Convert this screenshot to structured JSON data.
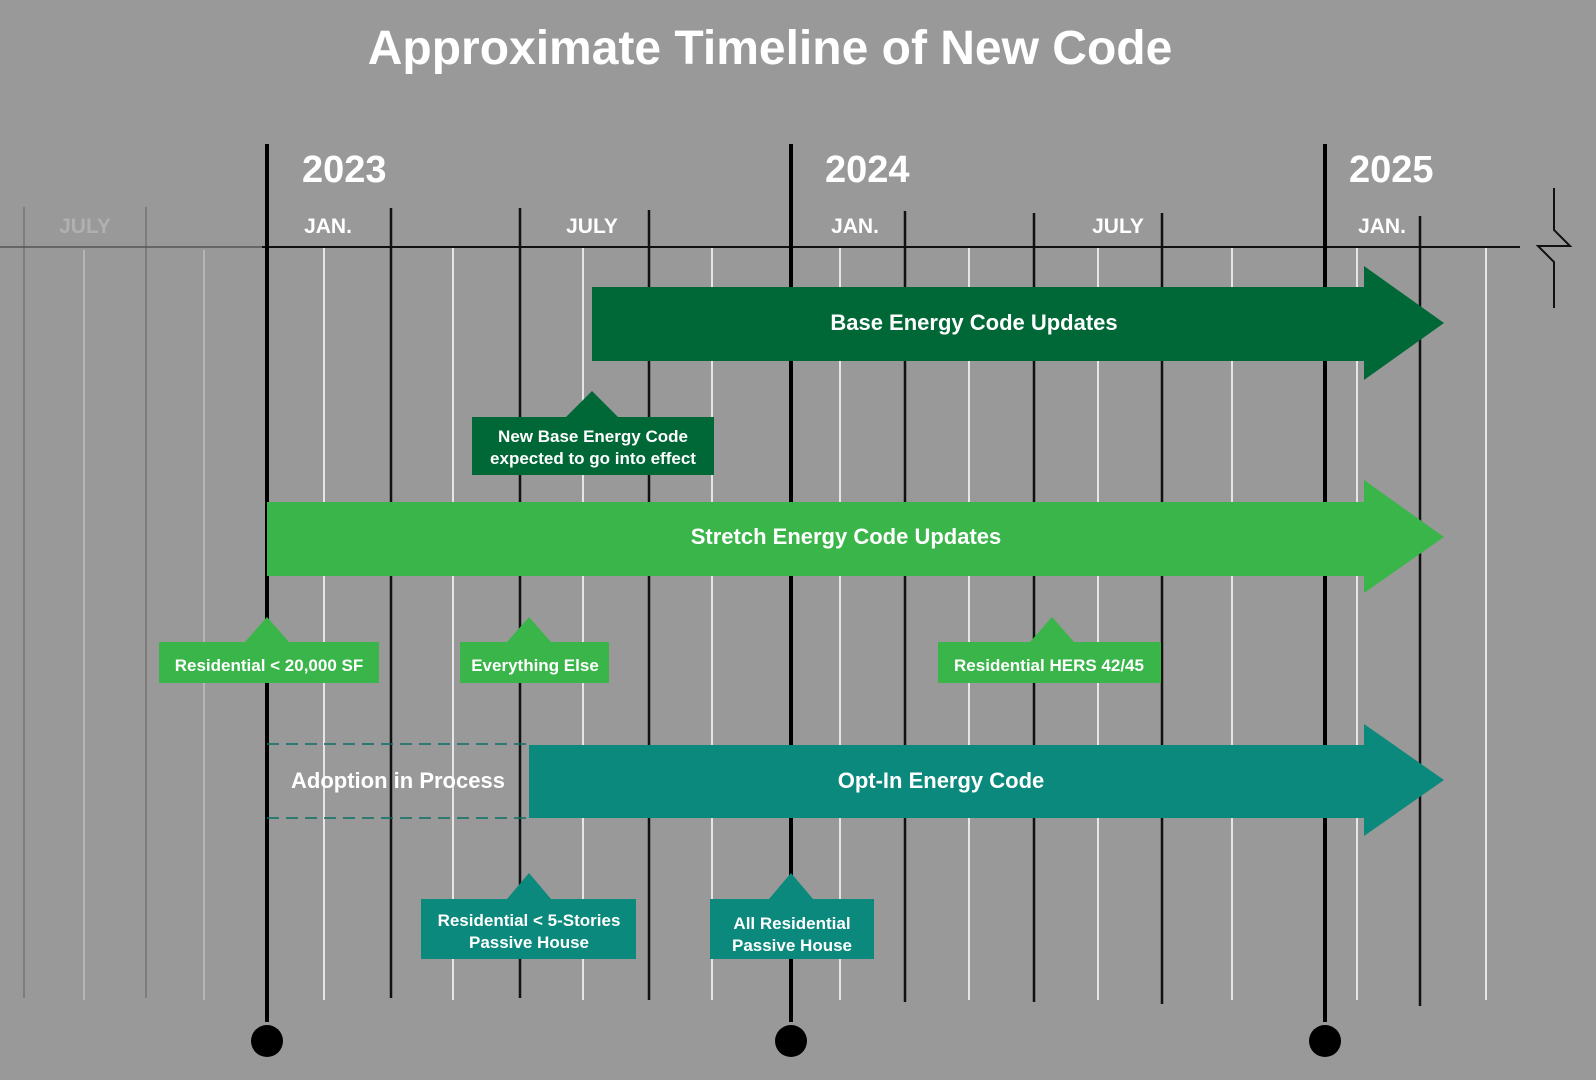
{
  "title": "Approximate Timeline of New Code",
  "years": [
    "2023",
    "2024",
    "2025"
  ],
  "months": {
    "faded_july": "JULY",
    "jan_2023": "JAN.",
    "july_2023": "JULY",
    "jan_2024": "JAN.",
    "july_2024": "JULY",
    "jan_2025": "JAN."
  },
  "bars": {
    "base": "Base Energy Code Updates",
    "stretch": "Stretch Energy Code Updates",
    "optin": "Opt-In Energy Code",
    "adoption": "Adoption in Process"
  },
  "callouts": {
    "new_base": [
      "New Base Energy Code",
      "expected to go into effect"
    ],
    "res_20000": "Residential < 20,000 SF",
    "everything_else": "Everything Else",
    "hers": "Residential HERS 42/45",
    "res_5_stories": [
      "Residential < 5-Stories",
      "Passive House"
    ],
    "all_res": [
      "All Residential",
      "Passive House"
    ]
  },
  "colors": {
    "background": "#999999",
    "base": "#006837",
    "stretch": "#39b54a",
    "optin": "#0b897c"
  }
}
